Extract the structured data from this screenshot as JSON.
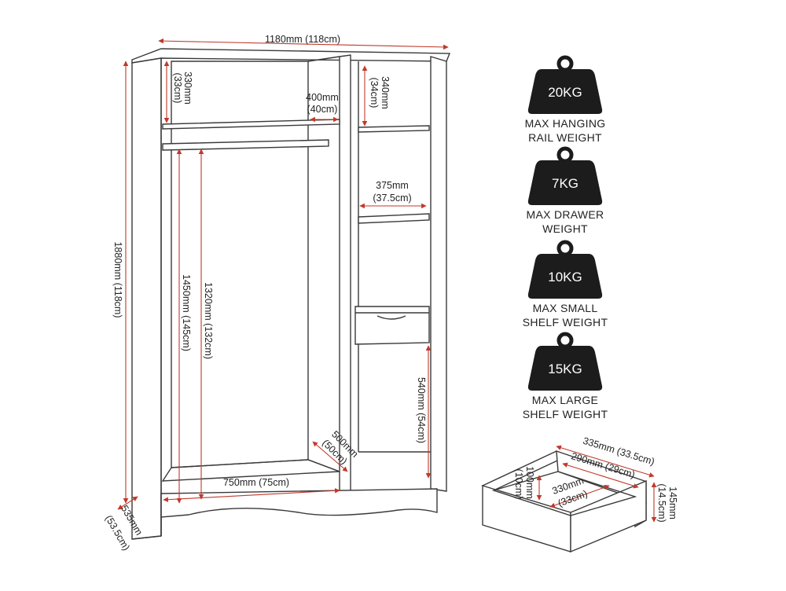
{
  "wardrobe": {
    "width_label": "1180mm (118cm)",
    "height_label": "1880mm (118cm)",
    "depth_label_mm": "535mm",
    "depth_label_cm": "(53.5cm)",
    "top_left_mm": "330mm",
    "top_left_cm": "(33cm)",
    "rail_depth_mm": "400mm",
    "rail_depth_cm": "(40cm)",
    "top_right_mm": "340mm",
    "top_right_cm": "(34cm)",
    "shelf_width_mm": "375mm",
    "shelf_width_cm": "(37.5cm)",
    "hanging_1450": "1450mm (145cm)",
    "hanging_1320": "1320mm (132cm)",
    "lower_right": "540mm (54cm)",
    "base_depth_mm": "500mm",
    "base_depth_cm": "(50cm)",
    "base_width": "750mm (75cm)"
  },
  "weights": [
    {
      "value": "20KG",
      "line1": "MAX HANGING",
      "line2": "RAIL WEIGHT",
      "icon": "weight-icon"
    },
    {
      "value": "7KG",
      "line1": "MAX DRAWER",
      "line2": "WEIGHT",
      "icon": "weight-icon"
    },
    {
      "value": "10KG",
      "line1": "MAX SMALL",
      "line2": "SHELF WEIGHT",
      "icon": "weight-icon"
    },
    {
      "value": "15KG",
      "line1": "MAX LARGE",
      "line2": "SHELF WEIGHT",
      "icon": "weight-icon"
    }
  ],
  "drawer": {
    "outer_width": "335mm (33.5cm)",
    "inner_width": "290mm (29cm)",
    "depth_mm": "330mm",
    "depth_cm": "(33cm)",
    "inner_height_mm": "100mm",
    "inner_height_cm": "(10cm)",
    "outer_height_mm": "145mm",
    "outer_height_cm": "(14.5cm)"
  },
  "colors": {
    "outline": "#3a3a3a",
    "dimension": "#c0392b",
    "weight_fill": "#1c1c1c"
  }
}
